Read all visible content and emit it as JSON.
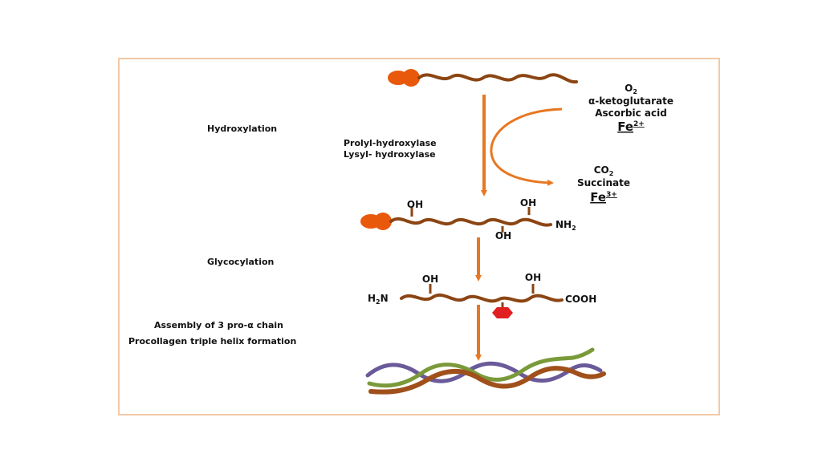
{
  "labels": {
    "hydroxylation": "Hydroxylation",
    "glycocylation": "Glycocylation",
    "assembly": "Assembly of 3 pro-α chain",
    "procollagen": "Procollagen triple helix formation"
  },
  "enzymes": {
    "prolyl": "Prolyl-hydroxylase",
    "lysyl": "Lysyl- hydroxylase"
  },
  "inputs": {
    "o2_main": "O",
    "o2_sub": "2",
    "ketoglutarate": "α-ketoglutarate",
    "ascorbic": "Ascorbic acid",
    "fe_main": "Fe",
    "fe_sup": "2+"
  },
  "outputs": {
    "co2_main": "CO",
    "co2_sub": "2",
    "succinate": "Succinate",
    "fe_main": "Fe",
    "fe_sup": "3+"
  },
  "chain2": {
    "oh_left": "OH",
    "oh_right_top": "OH",
    "oh_bottom": "OH",
    "nh2_main": "NH",
    "nh2_sub": "2"
  },
  "chain3": {
    "h2n_h": "H",
    "h2n_sub": "2",
    "h2n_n": "N",
    "oh_left": "OH",
    "oh_right": "OH",
    "cooh": "COOH"
  },
  "colors": {
    "arrow": "#e87722",
    "chain": "#8b4513",
    "blob": "#e8590c",
    "sugar": "#e02020",
    "helix_purple": "#6a5a9a",
    "helix_green": "#7a9a3a",
    "helix_brown": "#a0501a"
  }
}
